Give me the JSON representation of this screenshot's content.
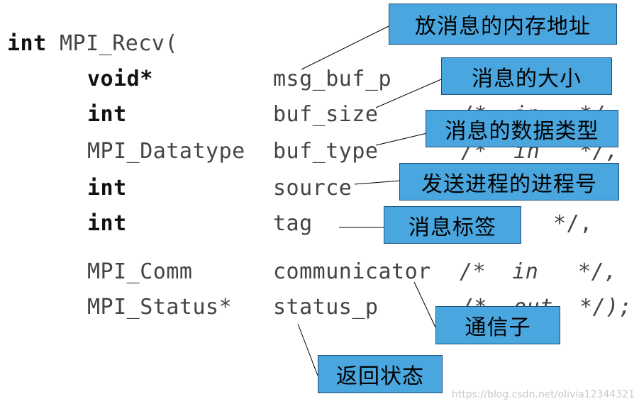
{
  "code": {
    "header": [
      "int",
      "MPI_Recv("
    ],
    "params": [
      {
        "type": "void*",
        "name": "msg_buf_p",
        "comment": ""
      },
      {
        "type": "int",
        "name": "buf_size",
        "comment": "/*  in   */,"
      },
      {
        "type": "MPI_Datatype",
        "name": "buf_type",
        "comment": "/*  in   */,"
      },
      {
        "type": "int",
        "name": "source",
        "comment": ""
      },
      {
        "type": "int",
        "name": "tag",
        "comment": "*/,"
      },
      {
        "type": "MPI_Comm",
        "name": "communicator",
        "comment": "/*  in   */,"
      },
      {
        "type": "MPI_Status*",
        "name": "status_p",
        "comment": "/*  out  */);"
      }
    ]
  },
  "annotations": {
    "msg_buf_p": "放消息的内存地址",
    "buf_size": "消息的大小",
    "buf_type": "消息的数据类型",
    "source": "发送进程的进程号",
    "tag": "消息标签",
    "communicator": "通信子",
    "status_p": "返回状态"
  },
  "watermark": "https://blog.csdn.net/olivia12344321",
  "colors": {
    "box_fill": "#4aa6df",
    "box_border": "#1b4f7a",
    "line": "#000000"
  }
}
